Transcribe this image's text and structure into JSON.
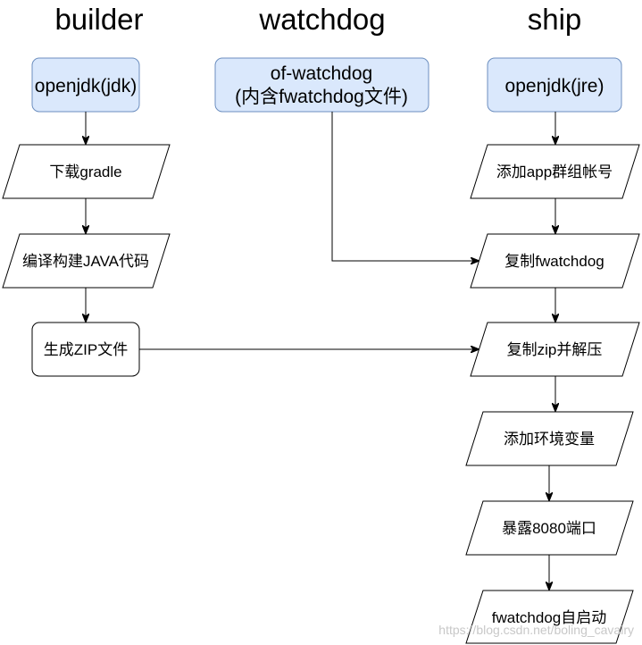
{
  "columns": {
    "builder": "builder",
    "watchdog": "watchdog",
    "ship": "ship"
  },
  "builder": {
    "start": "openjdk(jdk)",
    "step1": "下载gradle",
    "step2": "编译构建JAVA代码",
    "step3": "生成ZIP文件"
  },
  "watchdog": {
    "start_line1": "of-watchdog",
    "start_line2": "(内含fwatchdog文件)"
  },
  "ship": {
    "start": "openjdk(jre)",
    "step1": "添加app群组帐号",
    "step2": "复制fwatchdog",
    "step3": "复制zip并解压",
    "step4": "添加环境变量",
    "step5": "暴露8080端口",
    "step6": "fwatchdog自启动"
  },
  "watermark": "https://blog.csdn.net/boling_cavalry",
  "colors": {
    "start_fill": "#dae8fc",
    "start_stroke": "#6c8ebf"
  }
}
